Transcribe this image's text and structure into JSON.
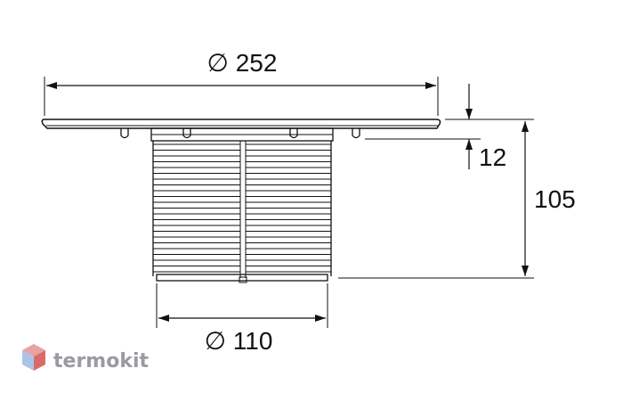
{
  "dimensions": {
    "top_diameter": "∅ 252",
    "flange_thickness": "12",
    "total_height": "105",
    "bottom_diameter": "∅ 110"
  },
  "brand": {
    "name": "termokit",
    "mark_colors": [
      "#e9a1a1",
      "#a9c4e6",
      "#d96b6b"
    ]
  },
  "colors": {
    "line": "#111111",
    "watermark": "#9a9aa0"
  }
}
